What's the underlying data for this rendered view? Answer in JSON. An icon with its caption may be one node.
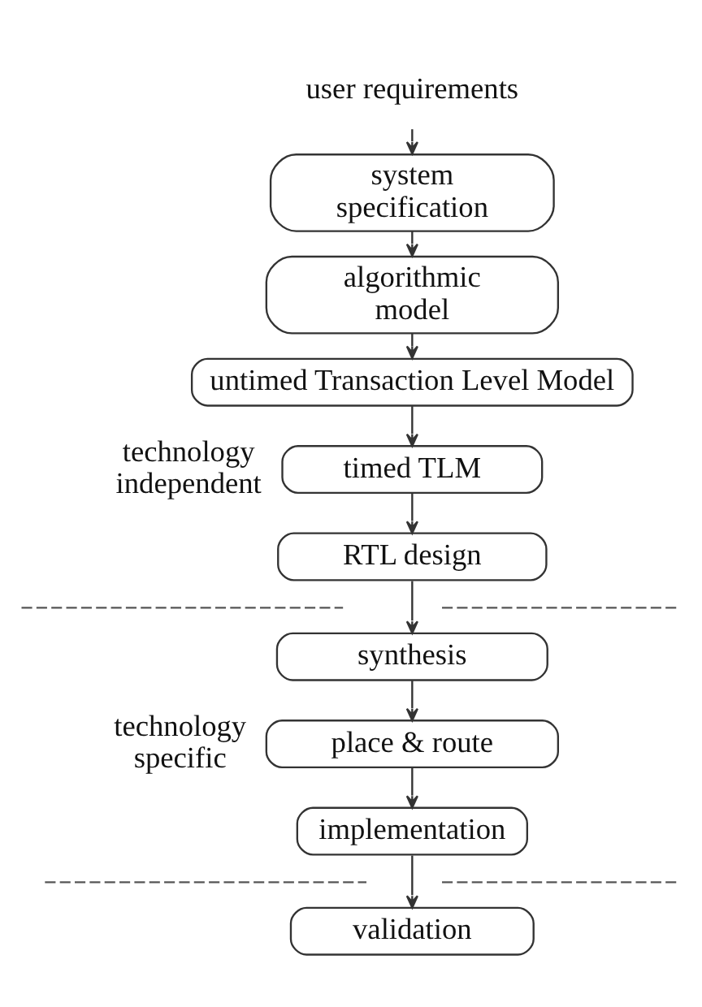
{
  "diagram": {
    "nodes": [
      {
        "text": [
          "user requirements"
        ]
      },
      {
        "text": [
          "system specification"
        ]
      },
      {
        "text": [
          "algorithmic model"
        ]
      },
      {
        "text": [
          "untimed Transaction Level Model"
        ]
      },
      {
        "text": [
          "timed TLM"
        ]
      },
      {
        "text": [
          "RTL design"
        ]
      },
      {
        "text": [
          "synthesis"
        ]
      },
      {
        "text": [
          "place & route"
        ]
      },
      {
        "text": [
          "implementation"
        ]
      },
      {
        "text": [
          "validation"
        ]
      }
    ],
    "edges": [
      {
        "from": 0,
        "to": 1,
        "arrow": "to"
      },
      {
        "from": 1,
        "to": 2,
        "arrow": "to"
      },
      {
        "from": 2,
        "to": 3,
        "arrow": "to"
      },
      {
        "from": 3,
        "to": 4,
        "arrow": "to"
      },
      {
        "from": 4,
        "to": 5,
        "arrow": "to"
      },
      {
        "from": 5,
        "to": 6,
        "arrow": "to"
      },
      {
        "from": 6,
        "to": 7,
        "arrow": "to"
      },
      {
        "from": 7,
        "to": 8,
        "arrow": "to"
      },
      {
        "from": 8,
        "to": 9,
        "arrow": "to"
      }
    ],
    "labels": [
      "technology independent",
      "technology specific"
    ]
  }
}
